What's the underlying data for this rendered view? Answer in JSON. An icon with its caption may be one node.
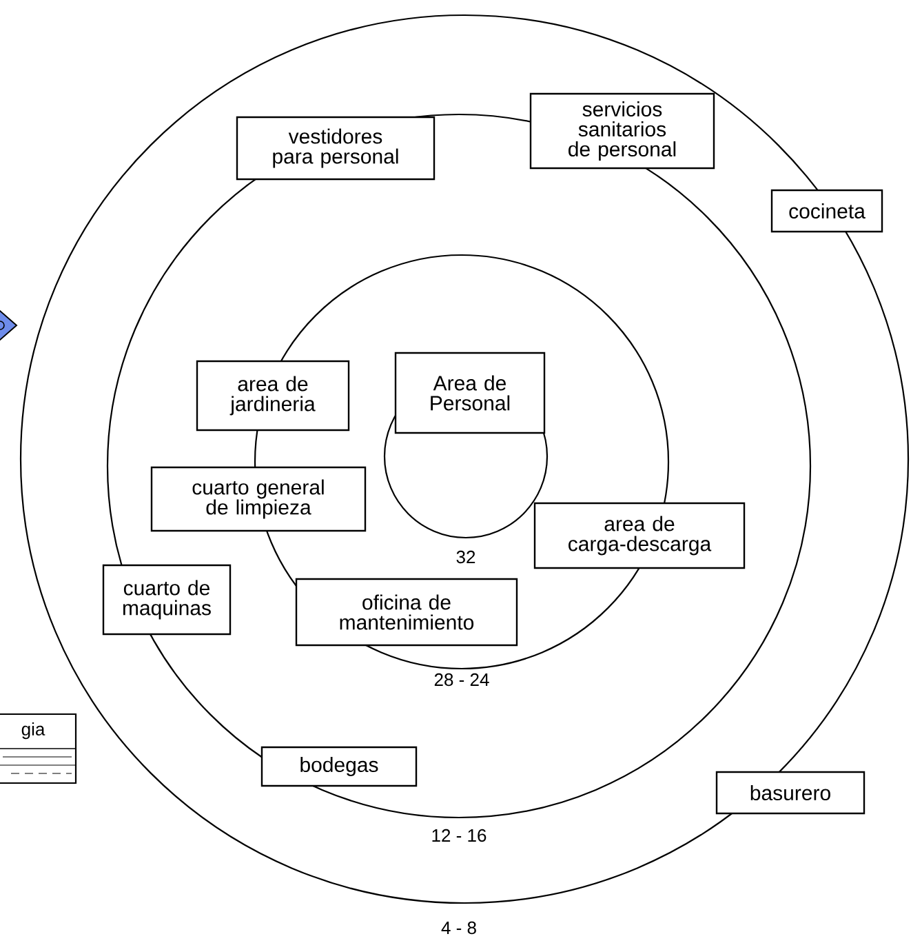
{
  "diagram": {
    "nodes": [
      {
        "text": [
          "vestidores para personal"
        ]
      },
      {
        "text": [
          "servicios sanitarios de personal"
        ]
      },
      {
        "text": [
          "cocineta"
        ]
      },
      {
        "text": [
          "area de jardineria"
        ]
      },
      {
        "text": [
          "Area de Personal"
        ]
      },
      {
        "text": [
          "cuarto general de limpieza"
        ]
      },
      {
        "text": [
          "area de carga-descarga"
        ]
      },
      {
        "text": [
          "cuarto de maquinas"
        ]
      },
      {
        "text": [
          "oficina de mantenimiento"
        ]
      },
      {
        "text": [
          "bodegas"
        ]
      },
      {
        "text": [
          "basurero"
        ]
      }
    ],
    "labels": [
      "32",
      "28 - 24",
      "gia",
      "12 - 16",
      "4 - 8"
    ]
  }
}
